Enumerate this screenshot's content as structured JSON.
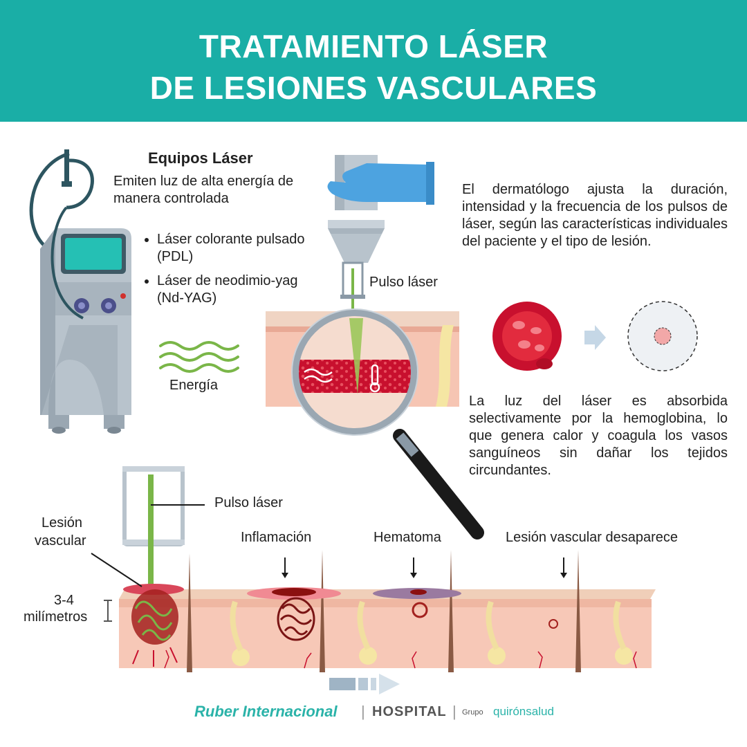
{
  "header": {
    "title_line1": "TRATAMIENTO LÁSER",
    "title_line2": "DE LESIONES VASCULARES"
  },
  "equipos": {
    "heading": "Equipos Láser",
    "description": "Emiten luz de alta energía de manera controlada",
    "items": [
      "Láser colorante pulsado (PDL)",
      "Láser de neodimio-yag (Nd-YAG)"
    ],
    "energy_label": "Energía"
  },
  "dermatologo_text": "El dermatólogo ajusta la duración, intensidad y la frecuencia de los pulsos de láser, según las características individuales del paciente y el tipo de lesión.",
  "absorption_text": "La luz del láser es absorbida selectivamente por la hemoglobina, lo que genera calor y coagula los vasos sanguíneos  sin dañar los tejidos circundantes.",
  "labels": {
    "pulse_top": "Pulso láser",
    "pulse_bottom": "Pulso láser",
    "lesion_line1": "Lesión",
    "lesion_line2": "vascular",
    "depth_line1": "3-4",
    "depth_line2": "milímetros",
    "inflammation": "Inflamación",
    "hematoma": "Hematoma",
    "disappears": "Lesión vascular desaparece"
  },
  "footer": {
    "brand": "Ruber Internacional",
    "hospital": "HOSPITAL",
    "grupo": "Grupo",
    "group_brand": "quirónsalud"
  },
  "colors": {
    "header": "#1aaea6",
    "skin": "#f3b9a5",
    "blood": "#c8102e",
    "glove": "#4da3e0",
    "laser": "#7ab648"
  }
}
